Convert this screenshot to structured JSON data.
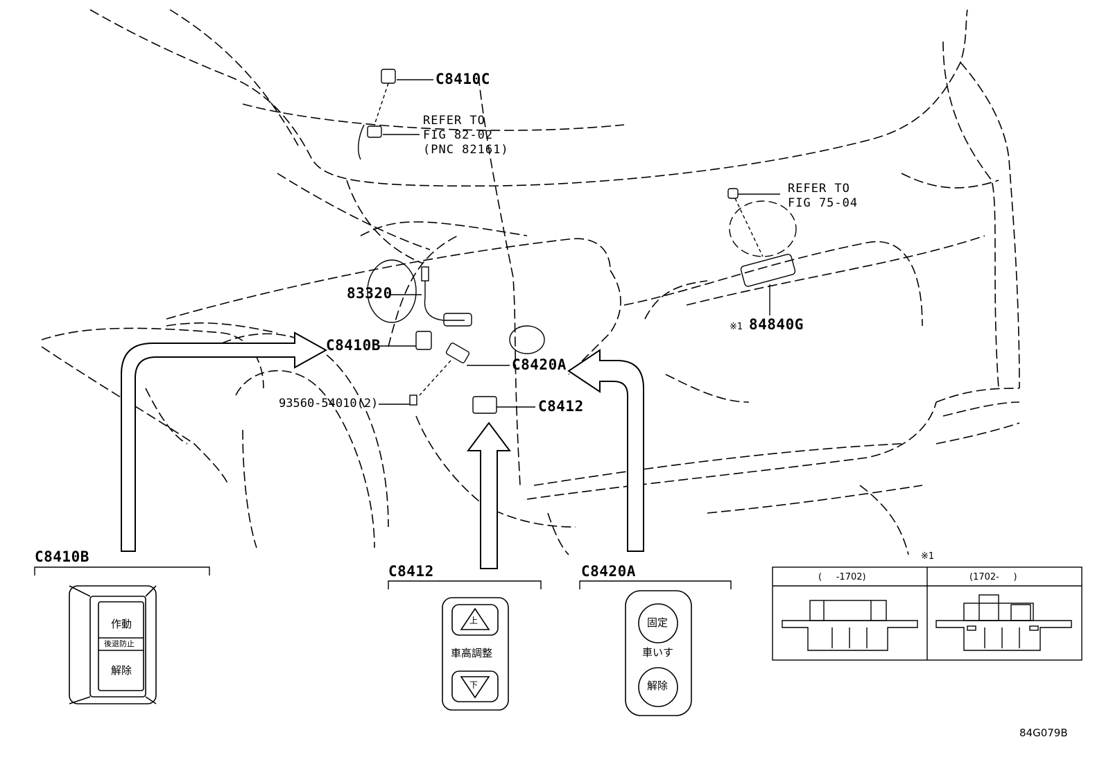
{
  "diagram_id": "84G079B",
  "callouts": {
    "c8410c": "C8410C",
    "c8410b": "C8410B",
    "c8420a": "C8420A",
    "c8412": "C8412",
    "p83320": "83320",
    "p93560": "93560-54010(2)",
    "p84840g": "84840G",
    "note_mark": "※1"
  },
  "references": {
    "fig82_line1": "REFER TO",
    "fig82_line2": "FIG 82-02",
    "fig82_line3": "(PNC 82161)",
    "fig75_line1": "REFER TO",
    "fig75_line2": "FIG 75-04"
  },
  "details": {
    "c8410b": {
      "title": "C8410B",
      "top_label": "作動",
      "mid_label": "後退防止",
      "bottom_label": "解除"
    },
    "c8412": {
      "title": "C8412",
      "center_label": "車高調整",
      "up_glyph": "上",
      "down_glyph": "下"
    },
    "c8420a": {
      "title": "C8420A",
      "top_label": "固定",
      "center_label": "車いす",
      "bottom_label": "解除"
    }
  },
  "variant_table": {
    "mark": "※1",
    "col1": "(     -1702)",
    "col2": "(1702-     )"
  },
  "colors": {
    "line": "#000000",
    "background": "#ffffff"
  }
}
